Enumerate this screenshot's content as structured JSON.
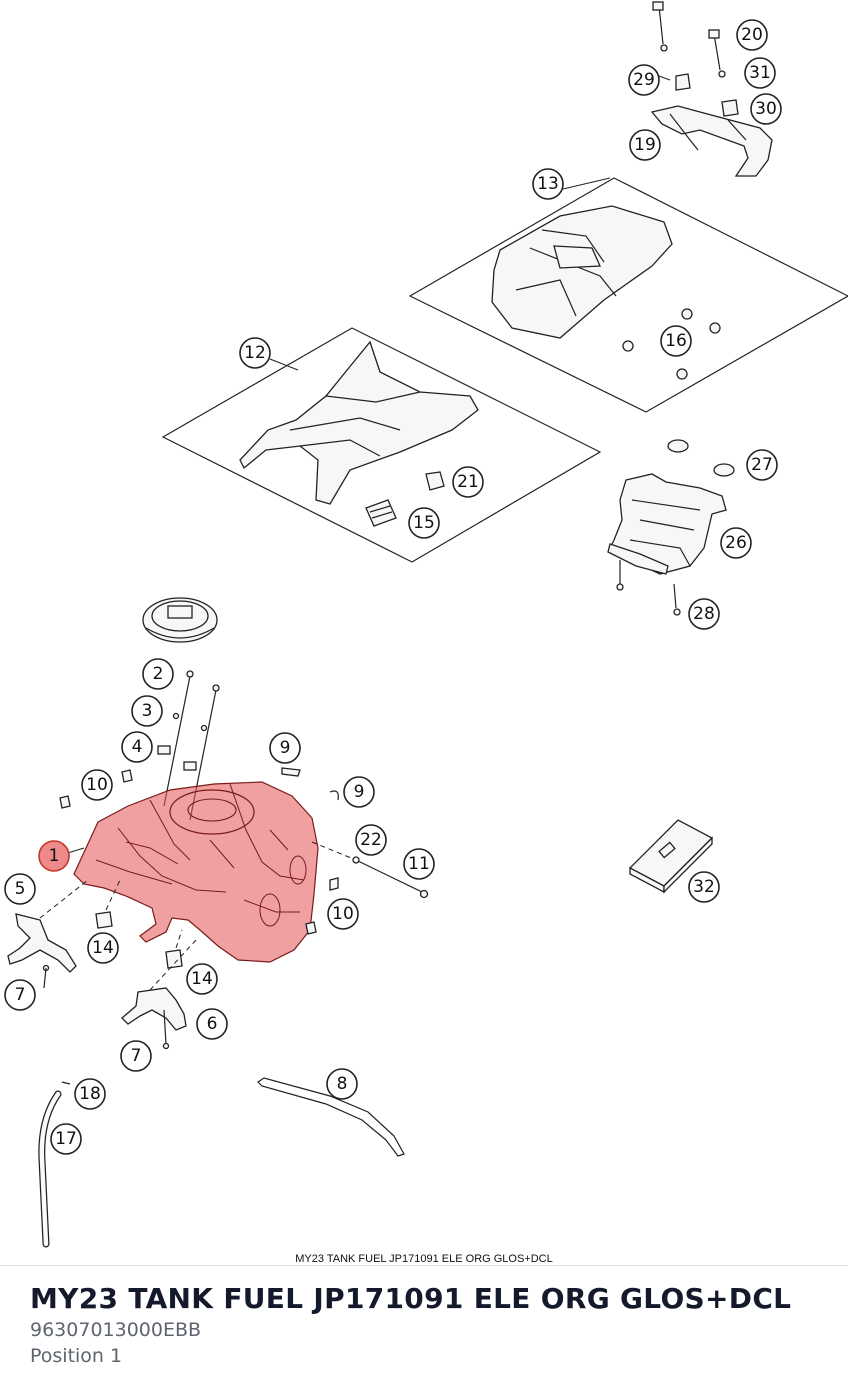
{
  "diagram": {
    "caption": "MY23 TANK FUEL JP171091 ELE ORG GLOS+DCL",
    "callouts": [
      "1",
      "2",
      "3",
      "4",
      "5",
      "6",
      "7",
      "7",
      "8",
      "9",
      "9",
      "10",
      "10",
      "11",
      "12",
      "13",
      "14",
      "14",
      "15",
      "16",
      "17",
      "18",
      "19",
      "20",
      "21",
      "22",
      "26",
      "27",
      "28",
      "29",
      "30",
      "31",
      "32"
    ],
    "highlight_color": "#e65c5c",
    "highlighted_position": "1"
  },
  "part": {
    "title": "MY23 TANK FUEL JP171091 ELE ORG GLOS+DCL",
    "number": "96307013000EBB",
    "position": "Position 1"
  }
}
